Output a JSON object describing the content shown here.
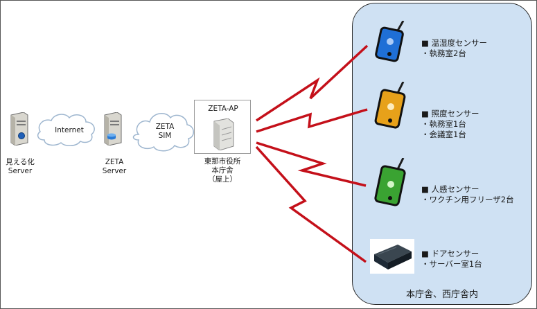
{
  "servers": {
    "visualization": {
      "label_line1": "見える化",
      "label_line2": "Server"
    },
    "zeta": {
      "label_line1": "ZETA",
      "label_line2": "Server"
    }
  },
  "clouds": {
    "internet": {
      "label": "Internet"
    },
    "zeta_sim": {
      "label_line1": "ZETA",
      "label_line2": "SIM"
    }
  },
  "access_point": {
    "title": "ZETA-AP",
    "label_line1": "東那市役所",
    "label_line2": "本庁舎",
    "label_line3": "（屋上）"
  },
  "panel": {
    "caption": "本庁舎、西庁舎内"
  },
  "sensors": [
    {
      "heading": "■ 温湿度センサー",
      "lines": [
        "・執務室2台"
      ],
      "color": "#1f6fd6"
    },
    {
      "heading": "■ 照度センサー",
      "lines": [
        "・執務室1台",
        "・会議室1台"
      ],
      "color": "#e7a11a"
    },
    {
      "heading": "■ 人感センサー",
      "lines": [
        "・ワクチン用フリーザ2台"
      ],
      "color": "#3aa332"
    },
    {
      "heading": "■ ドアセンサー",
      "lines": [
        "・サーバー室1台"
      ],
      "color": "#1e2a36"
    }
  ],
  "colors": {
    "link": "#c4101a",
    "panel": "#cfe1f3"
  }
}
